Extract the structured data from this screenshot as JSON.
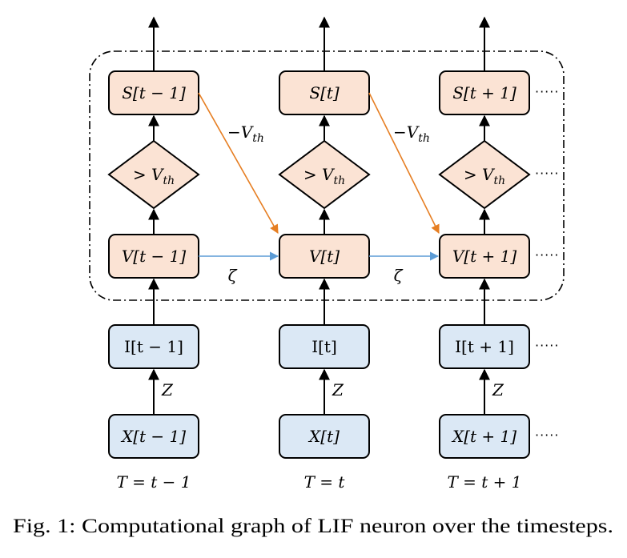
{
  "columns": [
    {
      "spike": "S[t − 1]",
      "threshold": "> V",
      "threshold_sub": "th",
      "voltage": "V[t − 1]",
      "current": "I[t − 1]",
      "input": "X[t − 1]",
      "time": "T = t − 1"
    },
    {
      "spike": "S[t]",
      "threshold": "> V",
      "threshold_sub": "th",
      "voltage": "V[t]",
      "current": "I[t]",
      "input": "X[t]",
      "time": "T = t"
    },
    {
      "spike": "S[t + 1]",
      "threshold": "> V",
      "threshold_sub": "th",
      "voltage": "V[t + 1]",
      "current": "I[t + 1]",
      "input": "X[t + 1]",
      "time": "T = t + 1"
    }
  ],
  "edge_labels": {
    "weight": "Z",
    "decay": "ζ",
    "reset": "−V",
    "reset_sub": "th"
  },
  "continuation": "·····",
  "caption": "Fig. 1: Computational graph of LIF neuron over the timesteps.",
  "colors": {
    "neuron_fill": "#fbe3d4",
    "input_fill": "#dbe8f5",
    "stroke": "#000000",
    "reset_arrow": "#e67e22",
    "decay_arrow": "#5b9bd5"
  }
}
